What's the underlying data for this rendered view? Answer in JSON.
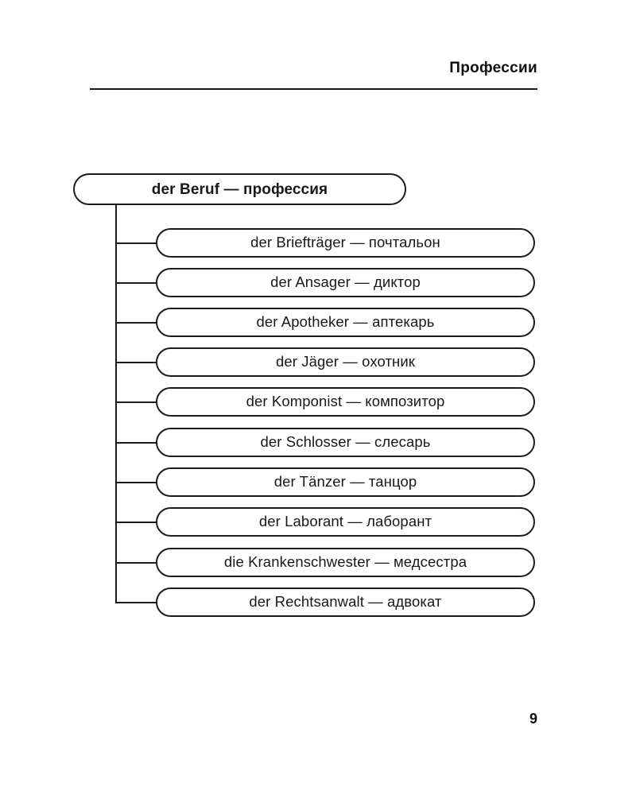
{
  "page": {
    "running_head": "Профессии",
    "folio": "9"
  },
  "diagram": {
    "type": "tree",
    "root": {
      "label": "der Beruf — профессия",
      "german": "der Beruf",
      "russian": "профессия"
    },
    "children": [
      {
        "label": "der Briefträger — почтальон",
        "german": "der Briefträger",
        "russian": "почтальон"
      },
      {
        "label": "der Ansager — диктор",
        "german": "der Ansager",
        "russian": "диктор"
      },
      {
        "label": "der Apotheker — аптекарь",
        "german": "der Apotheker",
        "russian": "аптекарь"
      },
      {
        "label": "der Jäger — охотник",
        "german": "der Jäger",
        "russian": "охотник"
      },
      {
        "label": "der Komponist — композитор",
        "german": "der Komponist",
        "russian": "композитор"
      },
      {
        "label": "der Schlosser — слесарь",
        "german": "der Schlosser",
        "russian": "слесарь"
      },
      {
        "label": "der Tänzer — танцор",
        "german": "der Tänzer",
        "russian": "танцор"
      },
      {
        "label": "der Laborant — лаборант",
        "german": "der Laborant",
        "russian": "лаборант"
      },
      {
        "label": "die Krankenschwester — медсестра",
        "german": "die Krankenschwester",
        "russian": "медсестра"
      },
      {
        "label": "der Rechtsanwalt — адвокат",
        "german": "der Rechtsanwalt",
        "russian": "адвокат"
      }
    ]
  },
  "colors": {
    "ink": "#1c1c1c",
    "text": "#16181a",
    "paper": "#ffffff"
  }
}
